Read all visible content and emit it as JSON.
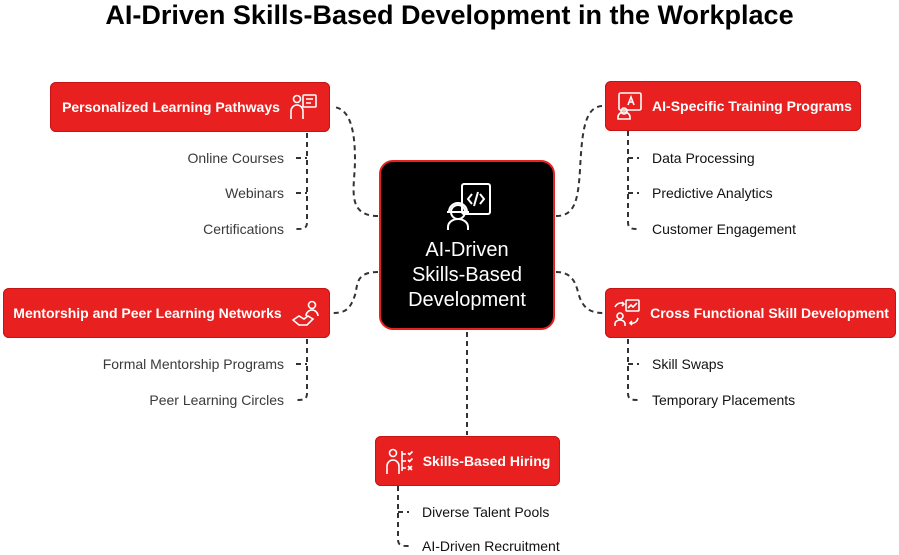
{
  "title": "AI-Driven Skills-Based Development in the Workplace",
  "colors": {
    "accent": "#e8201f",
    "center_bg": "#000000",
    "text": "#000000",
    "connector": "#333333"
  },
  "center": {
    "label": "AI-Driven\nSkills-Based\nDevelopment",
    "icon": "engineer-code-icon"
  },
  "nodes": {
    "personalized": {
      "label": "Personalized Learning Pathways",
      "icon": "person-board-icon",
      "items": [
        "Online Courses",
        "Webinars",
        "Certifications"
      ]
    },
    "mentorship": {
      "label": "Mentorship and Peer Learning Networks",
      "icon": "handshake-people-icon",
      "items": [
        "Formal Mentorship Programs",
        "Peer Learning Circles"
      ]
    },
    "ai_training": {
      "label": "AI-Specific Training Programs",
      "icon": "ai-tutor-icon",
      "items": [
        "Data Processing",
        "Predictive Analytics",
        "Customer Engagement"
      ]
    },
    "cross_functional": {
      "label": "Cross Functional Skill Development",
      "icon": "skill-exchange-icon",
      "items": [
        "Skill Swaps",
        "Temporary Placements"
      ]
    },
    "hiring": {
      "label": "Skills-Based Hiring",
      "icon": "hiring-checklist-icon",
      "items": [
        "Diverse Talent Pools",
        "AI-Driven Recruitment"
      ]
    }
  }
}
